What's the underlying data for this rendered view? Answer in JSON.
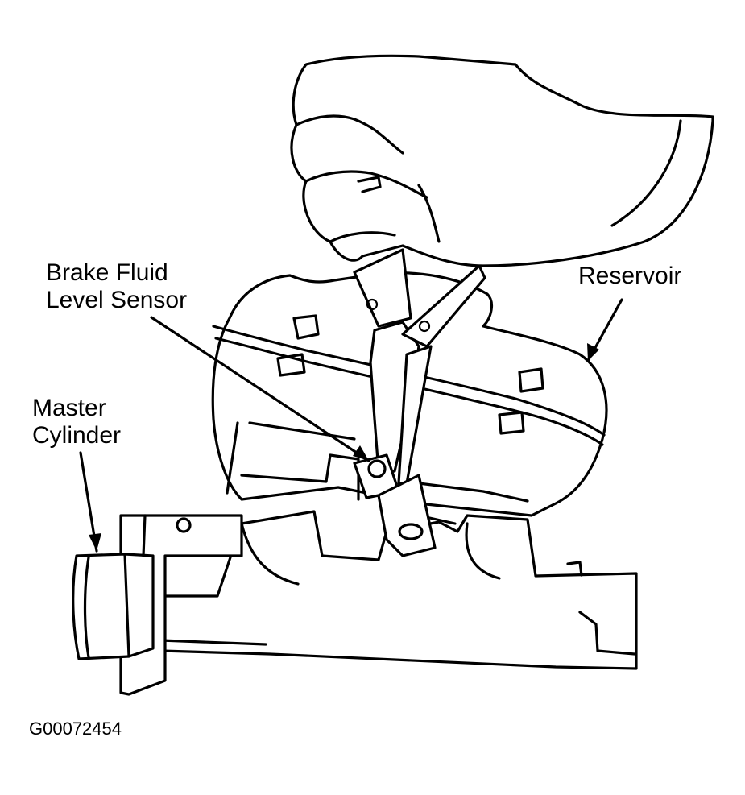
{
  "labels": {
    "sensor_line1": "Brake Fluid",
    "sensor_line2": "Level Sensor",
    "reservoir": "Reservoir",
    "master_line1": "Master",
    "master_line2": "Cylinder",
    "figure_code": "G00072454"
  }
}
